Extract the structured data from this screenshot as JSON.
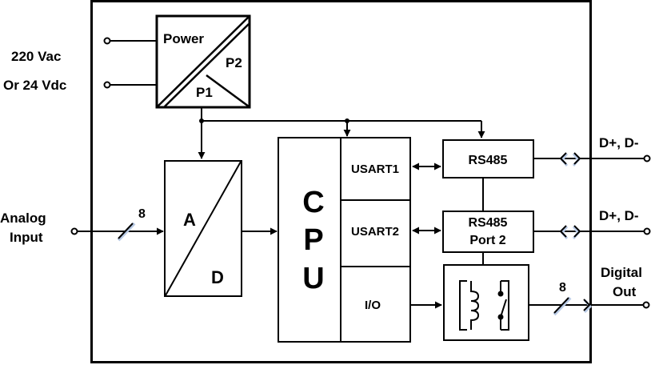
{
  "power": {
    "input_line1": "220 Vac",
    "input_line2": "Or 24 Vdc",
    "title": "Power",
    "p1": "P1",
    "p2": "P2"
  },
  "adc": {
    "input_line1": "Analog",
    "input_line2": "Input",
    "bus_width": "8",
    "a": "A",
    "d": "D"
  },
  "cpu": {
    "c": "C",
    "p": "P",
    "u": "U",
    "usart1": "USART1",
    "usart2": "USART2",
    "io": "I/O"
  },
  "rs485_1": {
    "label": "RS485",
    "output": "D+, D-"
  },
  "rs485_2": {
    "label_line1": "RS485",
    "label_line2": "Port 2",
    "output": "D+, D-"
  },
  "digital_out": {
    "bus_width": "8",
    "label_line1": "Digital",
    "label_line2": "Out"
  },
  "colors": {
    "line": "#000000",
    "arrow_highlight": "#b9cbe6"
  }
}
